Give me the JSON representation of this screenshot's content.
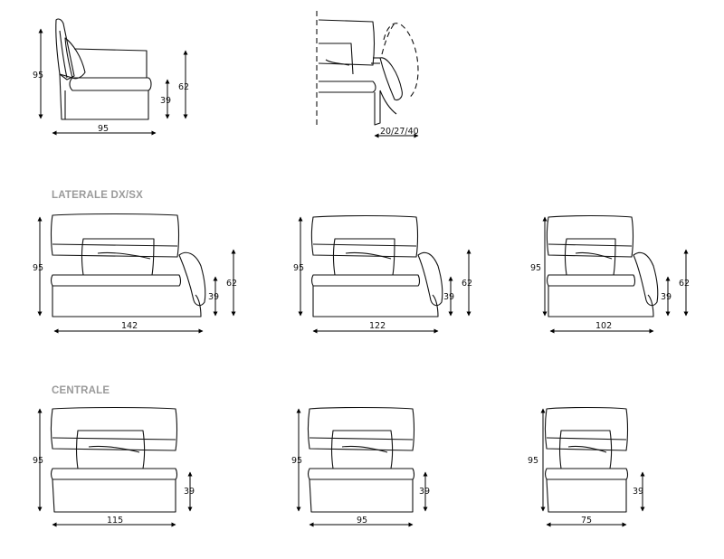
{
  "headers": {
    "laterale": "LATERALE DX/SX",
    "centrale": "CENTRALE"
  },
  "side_view": {
    "height": "95",
    "depth": "95",
    "seat_height": "39",
    "arm_height": "62"
  },
  "recliner_view": {
    "backrest_positions": "20/27/40"
  },
  "laterale": [
    {
      "width": "142",
      "height": "95",
      "seat_height": "39",
      "arm_height": "62"
    },
    {
      "width": "122",
      "height": "95",
      "seat_height": "39",
      "arm_height": "62"
    },
    {
      "width": "102",
      "height": "95",
      "seat_height": "39",
      "arm_height": "62"
    }
  ],
  "centrale": [
    {
      "width": "115",
      "height": "95",
      "seat_height": "39"
    },
    {
      "width": "95",
      "height": "95",
      "seat_height": "39"
    },
    {
      "width": "75",
      "height": "95",
      "seat_height": "39"
    }
  ]
}
